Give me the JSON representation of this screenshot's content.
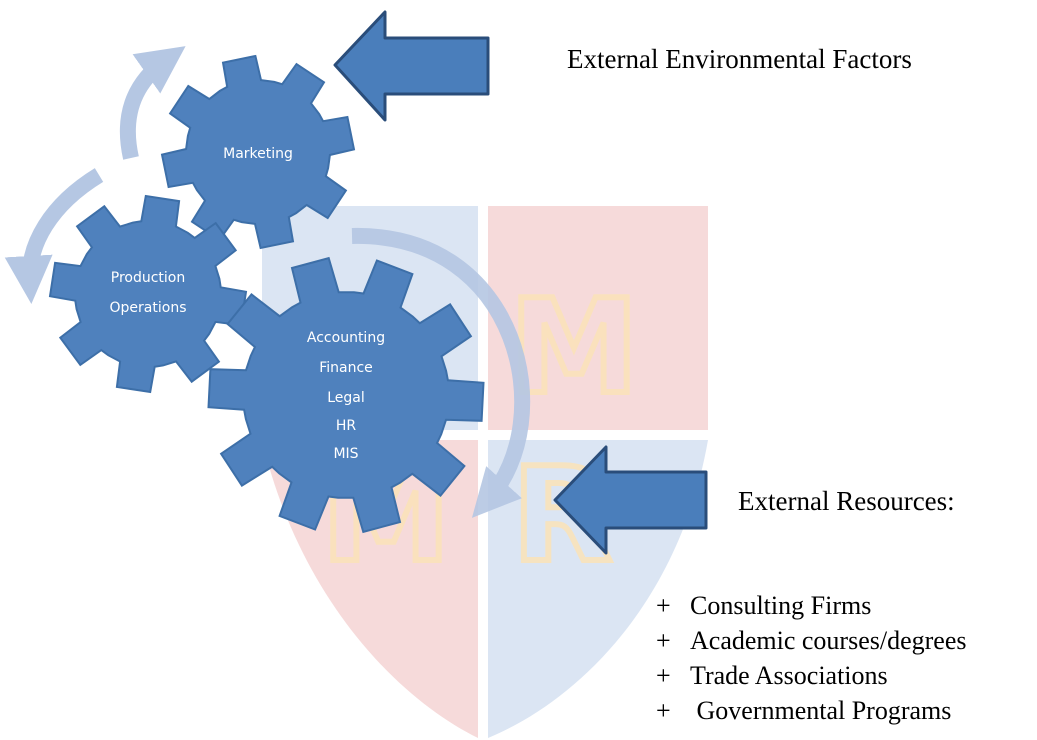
{
  "colors": {
    "gear_fill": "#4f81bd",
    "gear_stroke": "#3d6fa8",
    "cycle_arrow": "#b5c7e3",
    "block_arrow_fill": "#4a7ebb",
    "block_arrow_stroke": "#2a4d7a",
    "watermark_blue": "#dbe5f3",
    "watermark_red": "#f6dada",
    "watermark_letter": "#fbe3b8"
  },
  "watermark": {
    "letters": [
      "M",
      "M",
      "R"
    ]
  },
  "gears": {
    "marketing": {
      "lines": [
        "Marketing"
      ]
    },
    "production": {
      "lines": [
        "Production",
        "Operations"
      ]
    },
    "support": {
      "lines": [
        "Accounting",
        "Finance",
        "Legal",
        "HR",
        "MIS"
      ]
    }
  },
  "labels": {
    "external_factors": "External Environmental Factors",
    "external_resources": "External Resources:"
  },
  "resources": {
    "bullet": "+",
    "items": [
      "Consulting Firms",
      "Academic courses/degrees",
      "Trade Associations",
      " Governmental Programs"
    ]
  }
}
